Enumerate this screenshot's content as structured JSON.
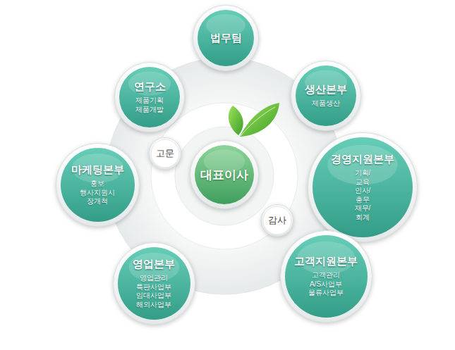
{
  "diagram": {
    "nodes": [
      {
        "text": [
          "법무팀"
        ]
      },
      {
        "text": [
          "연구소",
          "제품기획 제품개발"
        ]
      },
      {
        "text": [
          "생산본부",
          "제품생산"
        ]
      },
      {
        "text": [
          "마케팅본부",
          "홍보 행사지원시 장개척"
        ]
      },
      {
        "text": [
          "고문"
        ]
      },
      {
        "text": [
          "대표이사"
        ]
      },
      {
        "text": [
          "경영지원본부",
          "기획/교육 인사/총무 재무/회계"
        ]
      },
      {
        "text": [
          "감사"
        ]
      },
      {
        "text": [
          "영업본부",
          "영업관리 특판사업부 임대사업부 해외사업부"
        ]
      },
      {
        "text": [
          "고객지원본부",
          "고객관리 A/S사업부 물류사업부"
        ]
      }
    ]
  }
}
